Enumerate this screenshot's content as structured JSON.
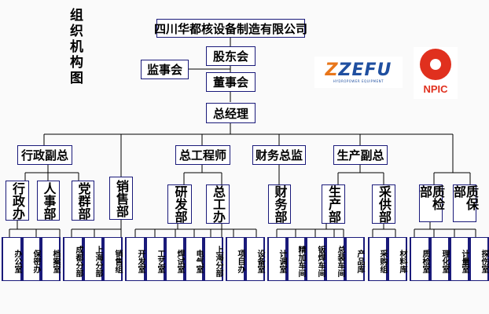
{
  "title": "组织机构图",
  "company": "四川华都核设备制造有限公司",
  "top": {
    "shareholders": "股东会",
    "supervisors": "监事会",
    "board": "董事会",
    "gm": "总经理"
  },
  "logos": {
    "zefu": {
      "name": "ZEFU",
      "subtitle": "HYDROPOWER EQUIPMENT",
      "colors": {
        "primary": "#1f4fa0",
        "accent": "#e8761a"
      }
    },
    "npic": {
      "name": "NPIC",
      "color": "#e0301e"
    }
  },
  "level2": [
    "行政副总",
    "总工程师",
    "财务总监",
    "生产副总"
  ],
  "departments": {
    "admin_office": "行政办",
    "hr": "人事部",
    "party": "党群部",
    "sales": "销售部",
    "rnd": "研发部",
    "chief_eng_office": "总工办",
    "finance": "财务部",
    "production": "生产部",
    "procurement": "采供部",
    "qc": "质检部",
    "qa": "质保部"
  },
  "sections": {
    "admin_office": [
      "办公室",
      "保密办",
      "档案室"
    ],
    "sales": [
      "成都分部",
      "上海分部",
      "销售组"
    ],
    "rnd": [
      "开发室",
      "工艺室",
      "焊试室",
      "电气室",
      "上海分部"
    ],
    "chief_eng_office": [
      "项目办",
      "设备室"
    ],
    "production": [
      "计调室",
      "精加车间",
      "钣焊车间",
      "总装车间",
      "产品库"
    ],
    "procurement": [
      "采购组",
      "材料库"
    ],
    "qc": [
      "质检室",
      "理化室",
      "计量室",
      "探伤室"
    ]
  },
  "colors": {
    "border": "#1a1a7a",
    "line": "#000000",
    "background": "#fafafa"
  }
}
